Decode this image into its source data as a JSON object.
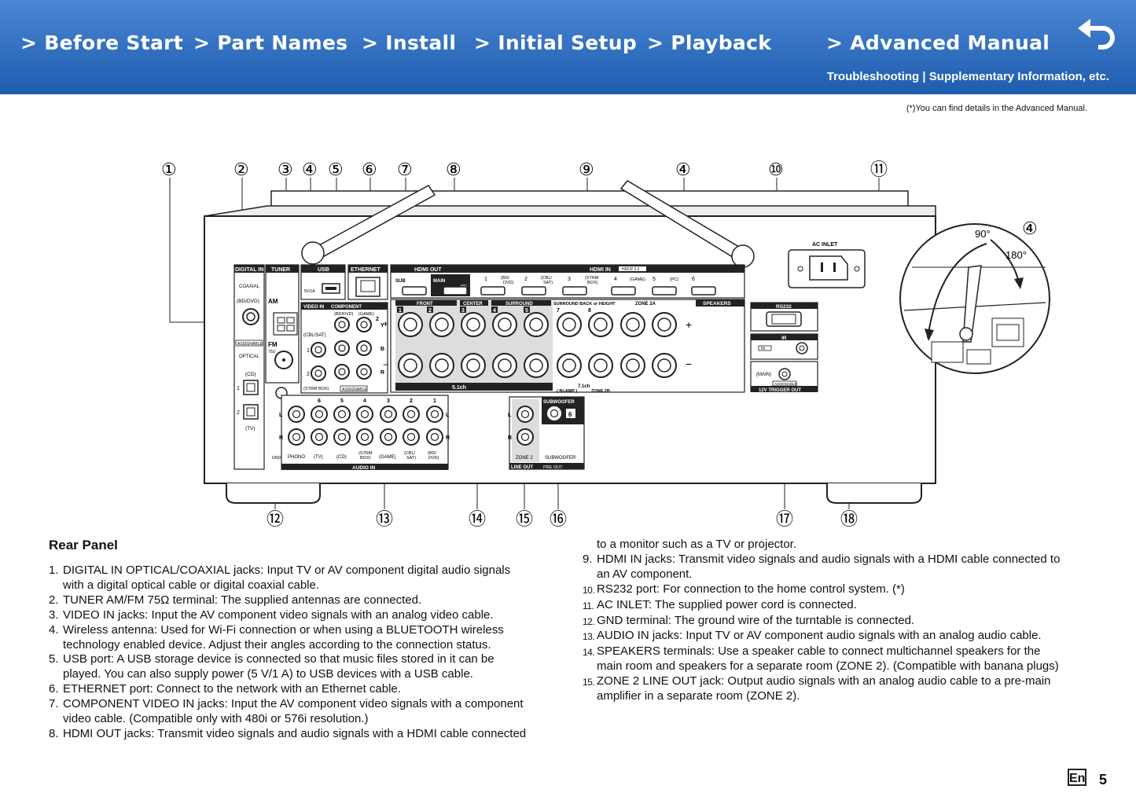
{
  "nav": {
    "items": [
      {
        "label": "> Before Start"
      },
      {
        "label": "> Part Names"
      },
      {
        "label": "> Install"
      },
      {
        "label": "> Initial Setup"
      },
      {
        "label": "> Playback"
      },
      {
        "label": "> Advanced Manual"
      }
    ],
    "sub_left": "Troubleshooting",
    "sub_sep": " | ",
    "sub_right": "Supplementary Information, etc.",
    "back_icon": "return-arrow-icon"
  },
  "advanced_note": "(*)You can find details in the Advanced Manual.",
  "diagram": {
    "callouts_top": [
      "①",
      "②",
      "③",
      "④",
      "⑤",
      "⑥",
      "⑦",
      "⑧",
      "⑨",
      "④",
      "⑩",
      "⑪"
    ],
    "callouts_bottom": [
      "⑫",
      "⑬",
      "⑭",
      "⑮",
      "⑯",
      "⑰",
      "⑱"
    ],
    "callout_inset": "④",
    "angle_90": "90°",
    "angle_180": "180°",
    "labels": {
      "digital_in": "DIGITAL IN",
      "coaxial": "COAXIAL",
      "bd_dvd": "(BD/DVD)",
      "optical": "OPTICAL",
      "assignable": "ASSIGNABLE",
      "cd": "(CD)",
      "tv": "(TV)",
      "tuner": "TUNER",
      "am": "AM",
      "fm": "FM",
      "fm_ohm": "75Ω",
      "usb": "USB",
      "usb_power": "5V/1A",
      "ethernet": "ETHERNET",
      "hdmi_out": "HDMI OUT",
      "sub": "SUB",
      "main": "MAIN",
      "arc": "ARC",
      "hdmi_in": "HDMI IN",
      "hdcp": "HDCP 2.2",
      "hdmi_in_nums": [
        "1",
        "2",
        "3",
        "4",
        "5",
        "6"
      ],
      "hdmi_in_names": [
        "(BD/ DVD)",
        "(CBL/ SAT)",
        "(STRM BOX)",
        "(GAME)",
        "(PC)",
        ""
      ],
      "video_in": "VIDEO IN",
      "component": "COMPONENT",
      "video": "VIDEO IN",
      "cbl_sat": "(CBL/SAT)",
      "strm_box": "(STRM BOX)",
      "game": "(GAME)",
      "y": "Y",
      "b": "B",
      "r": "R",
      "front": "FRONT",
      "center": "CENTER",
      "surround": "SURROUND",
      "surround_back": "SURROUND BACK or HEIGHT",
      "zone2a": "ZONE 2A",
      "speakers": "SPEAKERS",
      "ch_51": "5.1ch",
      "ch_71": "7.1ch",
      "bi_amp": "( BI-AMP )",
      "zone2b": "ZONE 2B",
      "plus": "+",
      "minus": "−",
      "ac_inlet": "AC INLET",
      "rs232": "RS232",
      "ir": "IR",
      "ir_in": "IN",
      "main_trig": "(MAIN)",
      "trigger_out": "12V TRIGGER OUT",
      "gnd": "GND",
      "audio_in": "AUDIO IN",
      "phono": "PHONO",
      "audio_in_names": [
        "PHONO",
        "(TV)",
        "(CD)",
        "(STRM BOX)",
        "(GAME)",
        "(CBL/ SAT)",
        "(BD/ DVD)"
      ],
      "audio_in_nums": [
        "6",
        "5",
        "4",
        "3",
        "2",
        "1"
      ],
      "zone2": "ZONE 2",
      "line_out": "LINE OUT",
      "subwoofer": "SUBWOOFER",
      "pre_out": "PRE OUT",
      "l": "L",
      "r_ch": "R"
    }
  },
  "rear_panel": {
    "title": "Rear Panel",
    "left": [
      {
        "num": "1.",
        "lines": [
          "DIGITAL IN OPTICAL/COAXIAL jacks: Input TV or AV component digital audio signals",
          "with a digital optical cable or digital coaxial cable."
        ]
      },
      {
        "num": "2.",
        "lines": [
          "TUNER AM/FM 75Ω terminal: The supplied antennas are connected."
        ]
      },
      {
        "num": "3.",
        "lines": [
          "VIDEO IN jacks: Input the AV component video signals with an analog video cable."
        ]
      },
      {
        "num": "4.",
        "lines": [
          "Wireless antenna: Used for Wi-Fi connection or when using a BLUETOOTH wireless",
          "technology enabled device. Adjust their angles according to the connection status."
        ]
      },
      {
        "num": "5.",
        "lines": [
          "USB port: A USB storage device is connected so that music files stored in it can be",
          "played. You can also supply power (5 V/1 A) to USB devices with a USB cable."
        ]
      },
      {
        "num": "6.",
        "lines": [
          "ETHERNET port: Connect to the network with an Ethernet cable."
        ]
      },
      {
        "num": "7.",
        "lines": [
          "COMPONENT VIDEO IN jacks: Input the AV component video signals with a component",
          "video cable. (Compatible only with 480i or 576i resolution.)"
        ]
      },
      {
        "num": "8.",
        "lines": [
          "HDMI OUT jacks: Transmit video signals and audio signals with a HDMI cable connected"
        ]
      }
    ],
    "right_continuation": "to a monitor such as a TV or projector.",
    "right": [
      {
        "num": "9.",
        "lines": [
          "HDMI IN jacks: Transmit video signals and audio signals with a HDMI cable connected to",
          "an AV component."
        ]
      },
      {
        "num": "10.",
        "lines": [
          "RS232 port: For connection to the home control system. (*)"
        ]
      },
      {
        "num": "11.",
        "lines": [
          "AC INLET: The supplied power cord is connected."
        ]
      },
      {
        "num": "12.",
        "lines": [
          "GND terminal: The ground wire of the turntable is connected."
        ]
      },
      {
        "num": "13.",
        "lines": [
          "AUDIO IN jacks: Input TV or AV component audio signals with an analog audio cable."
        ]
      },
      {
        "num": "14.",
        "lines": [
          "SPEAKERS terminals: Use a speaker cable to connect multichannel speakers for the",
          "main room and speakers for a separate room (ZONE 2). (Compatible with banana plugs)"
        ]
      },
      {
        "num": "15.",
        "lines": [
          "ZONE 2 LINE OUT jack: Output audio signals with an analog audio cable to a pre-main",
          "amplifier in a separate room (ZONE 2)."
        ]
      }
    ]
  },
  "footer": {
    "lang": "En",
    "page": "5"
  }
}
